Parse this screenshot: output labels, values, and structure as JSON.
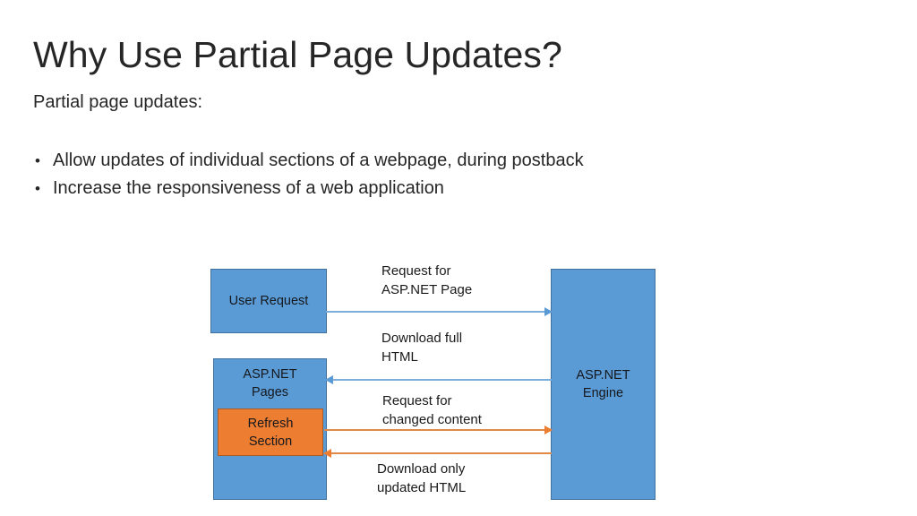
{
  "slide": {
    "title": "Why Use Partial Page Updates?",
    "intro": "Partial page updates:",
    "bullets": [
      "Allow updates of individual sections of a webpage, during postback",
      "Increase the responsiveness of a web application"
    ]
  },
  "diagram": {
    "nodes": {
      "user_request": "User Request",
      "aspnet_pages": "ASP.NET\nPages",
      "refresh_section": "Refresh\nSection",
      "aspnet_engine": "ASP.NET\nEngine"
    },
    "flows": [
      {
        "id": "request-page",
        "caption": "Request for\nASP.NET Page",
        "direction": "right",
        "color": "#5B9BD5"
      },
      {
        "id": "download-full",
        "caption": "Download full\nHTML",
        "direction": "left",
        "color": "#5B9BD5"
      },
      {
        "id": "request-changed",
        "caption": "Request for\nchanged content",
        "direction": "right",
        "color": "#ED7D31"
      },
      {
        "id": "download-updated",
        "caption": "Download only\nupdated HTML",
        "direction": "left",
        "color": "#ED7D31"
      }
    ]
  },
  "colors": {
    "blue_fill": "#5B9BD5",
    "blue_border": "#41719C",
    "orange_fill": "#ED7D31",
    "orange_border": "#AE5A21",
    "background": "#FFFFFF",
    "text": "#262626"
  }
}
